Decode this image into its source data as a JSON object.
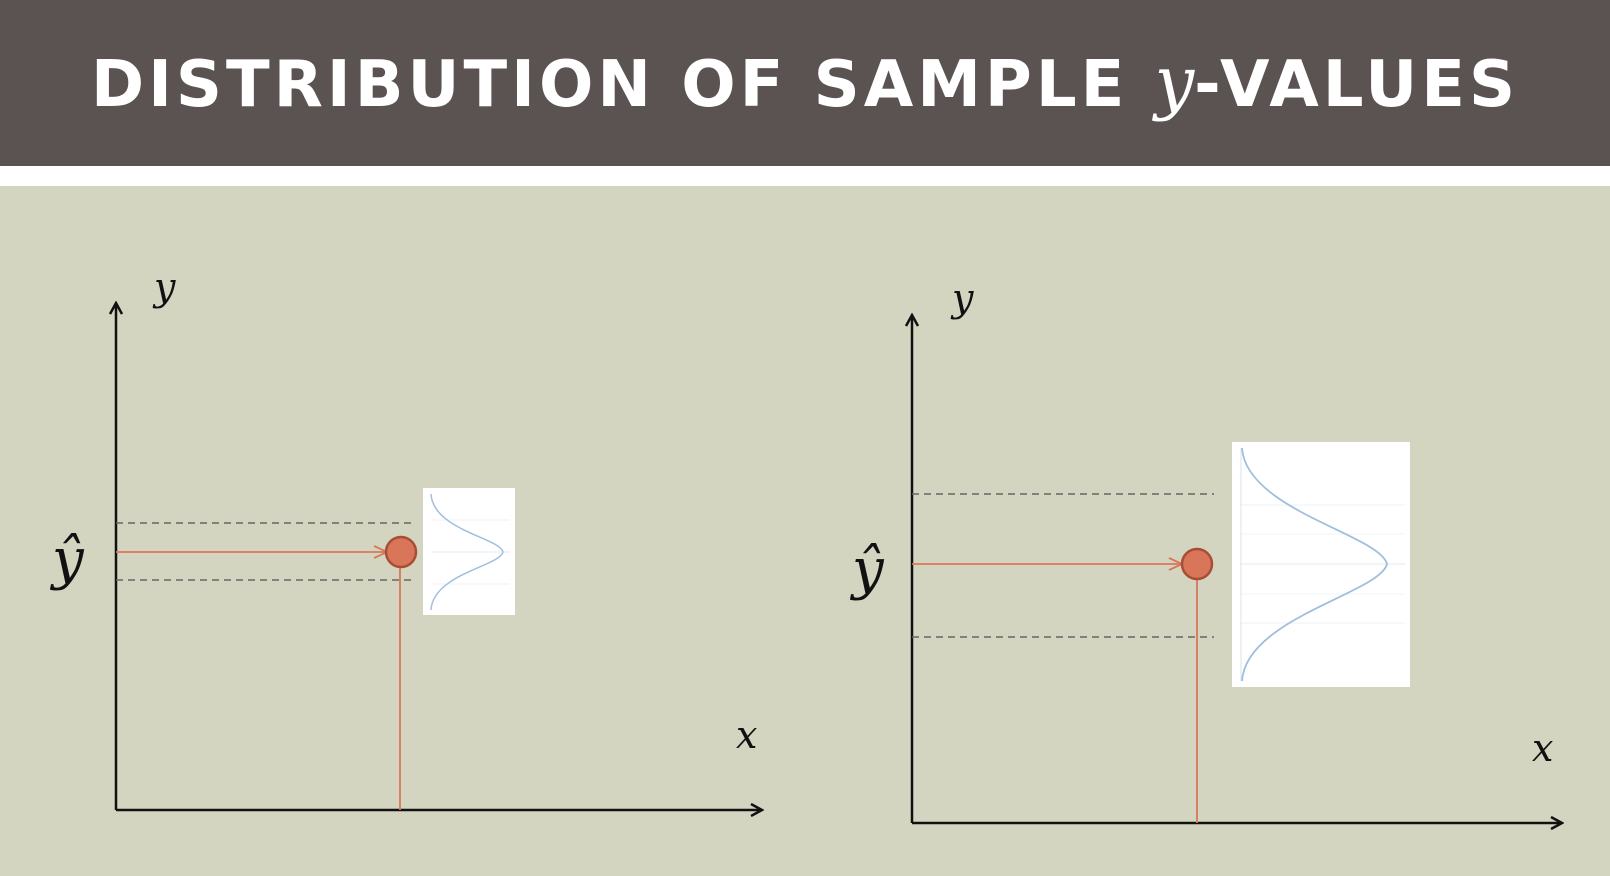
{
  "title": {
    "prefix": "DISTRIBUTION OF SAMPLE ",
    "variable": "y",
    "suffix": "-VALUES"
  },
  "colors": {
    "header": "#5b5352",
    "background": "#d3d5c0",
    "point": "#d9765a",
    "arrow": "#d9765a",
    "curve": "#9fbfdc",
    "axis": "#111111",
    "dashed": "#666666"
  },
  "panels": [
    {
      "axis_x_label": "x",
      "axis_y_label": "y",
      "point_label": "ŷ",
      "spread": "narrow"
    },
    {
      "axis_x_label": "x",
      "axis_y_label": "y",
      "point_label": "ŷ",
      "spread": "wide"
    }
  ]
}
